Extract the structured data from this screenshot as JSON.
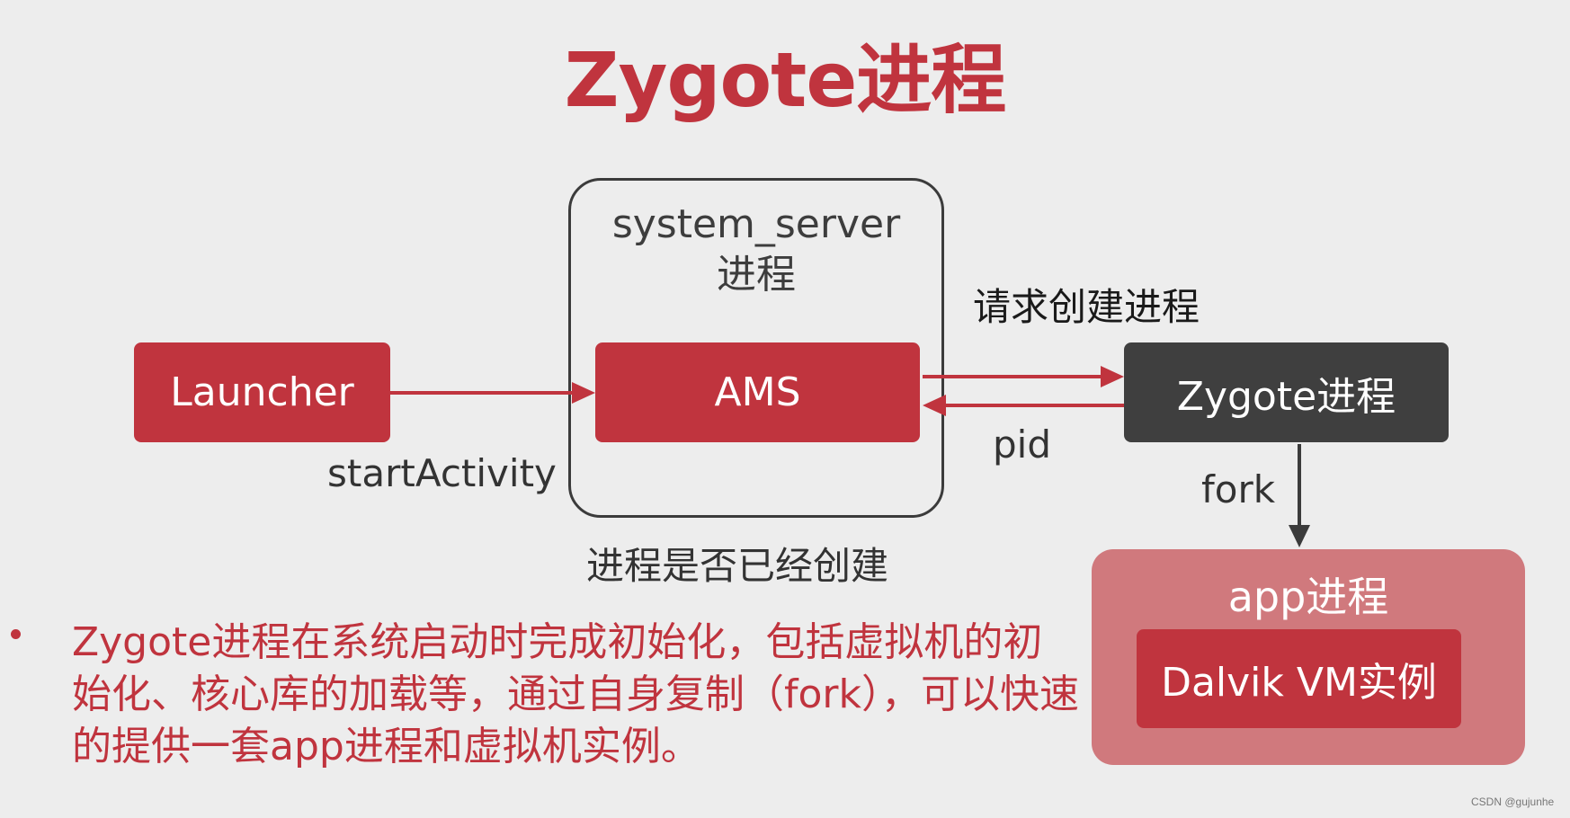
{
  "title": "Zygote进程",
  "nodes": {
    "launcher": "Launcher",
    "system_server": "system_server\n进程",
    "ams": "AMS",
    "zygote": "Zygote进程",
    "app_process": "app进程",
    "dalvik_vm": "Dalvik VM实例"
  },
  "edge_labels": {
    "start_activity": "startActivity",
    "request_create": "请求创建进程",
    "pid": "pid",
    "fork": "fork",
    "process_created_check": "进程是否已经创建"
  },
  "bullet": "Zygote进程在系统启动时完成初始化，包括虚拟机的初始化、核心库的加载等，通过自身复制（fork），可以快速的提供一套app进程和虚拟机实例。",
  "watermark": "CSDN @gujunhe",
  "colors": {
    "accent_red": "#c0343e",
    "dark_box": "#3f3f3f",
    "app_container": "#d0797d",
    "background": "#ededed"
  }
}
